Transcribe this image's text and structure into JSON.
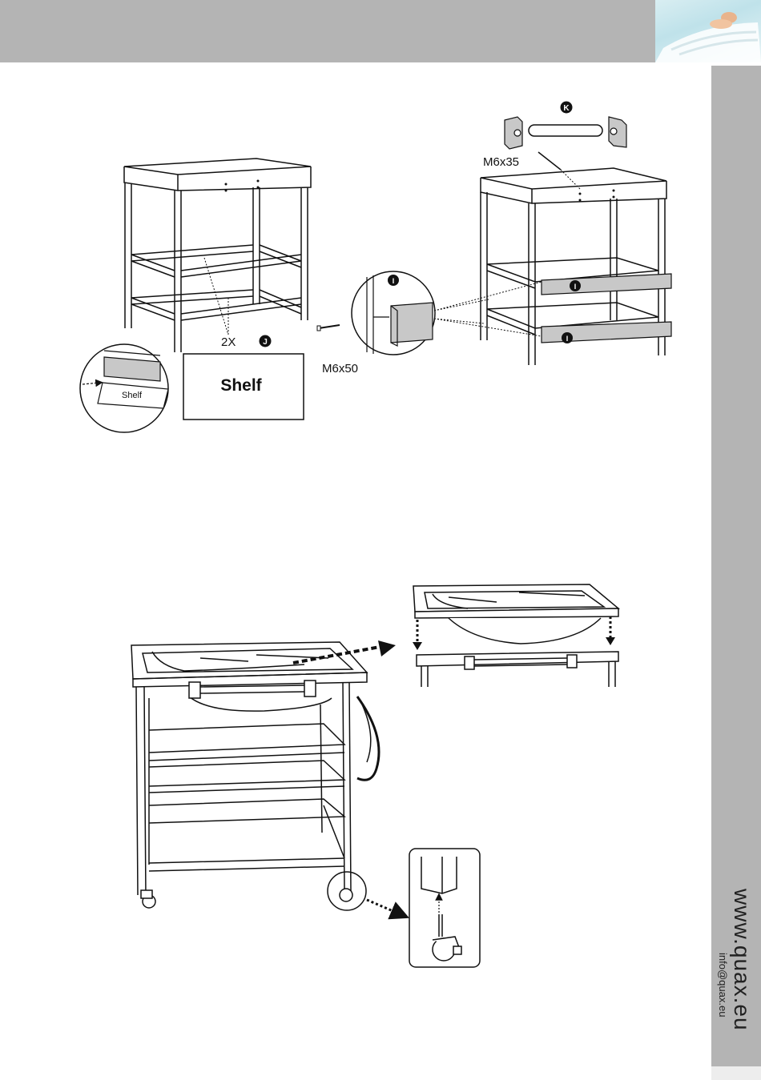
{
  "header": {
    "image": "baby-in-bath-photo"
  },
  "step1": {
    "left_count": "2X",
    "left_part": "J",
    "shelf_box_label": "Shelf",
    "shelf_zoom_label": "Shelf",
    "screw_long": "M6x50",
    "screw_short": "M6x35",
    "zoom_part": "I",
    "right_part_top": "K",
    "rail_part_upper": "I",
    "rail_part_lower": "I"
  },
  "sidebar": {
    "website": "www.quax.eu",
    "email": "info@quax.eu"
  },
  "colors": {
    "bar": "#b4b4b4",
    "panel": "#c8c8c8",
    "line": "#111111"
  }
}
